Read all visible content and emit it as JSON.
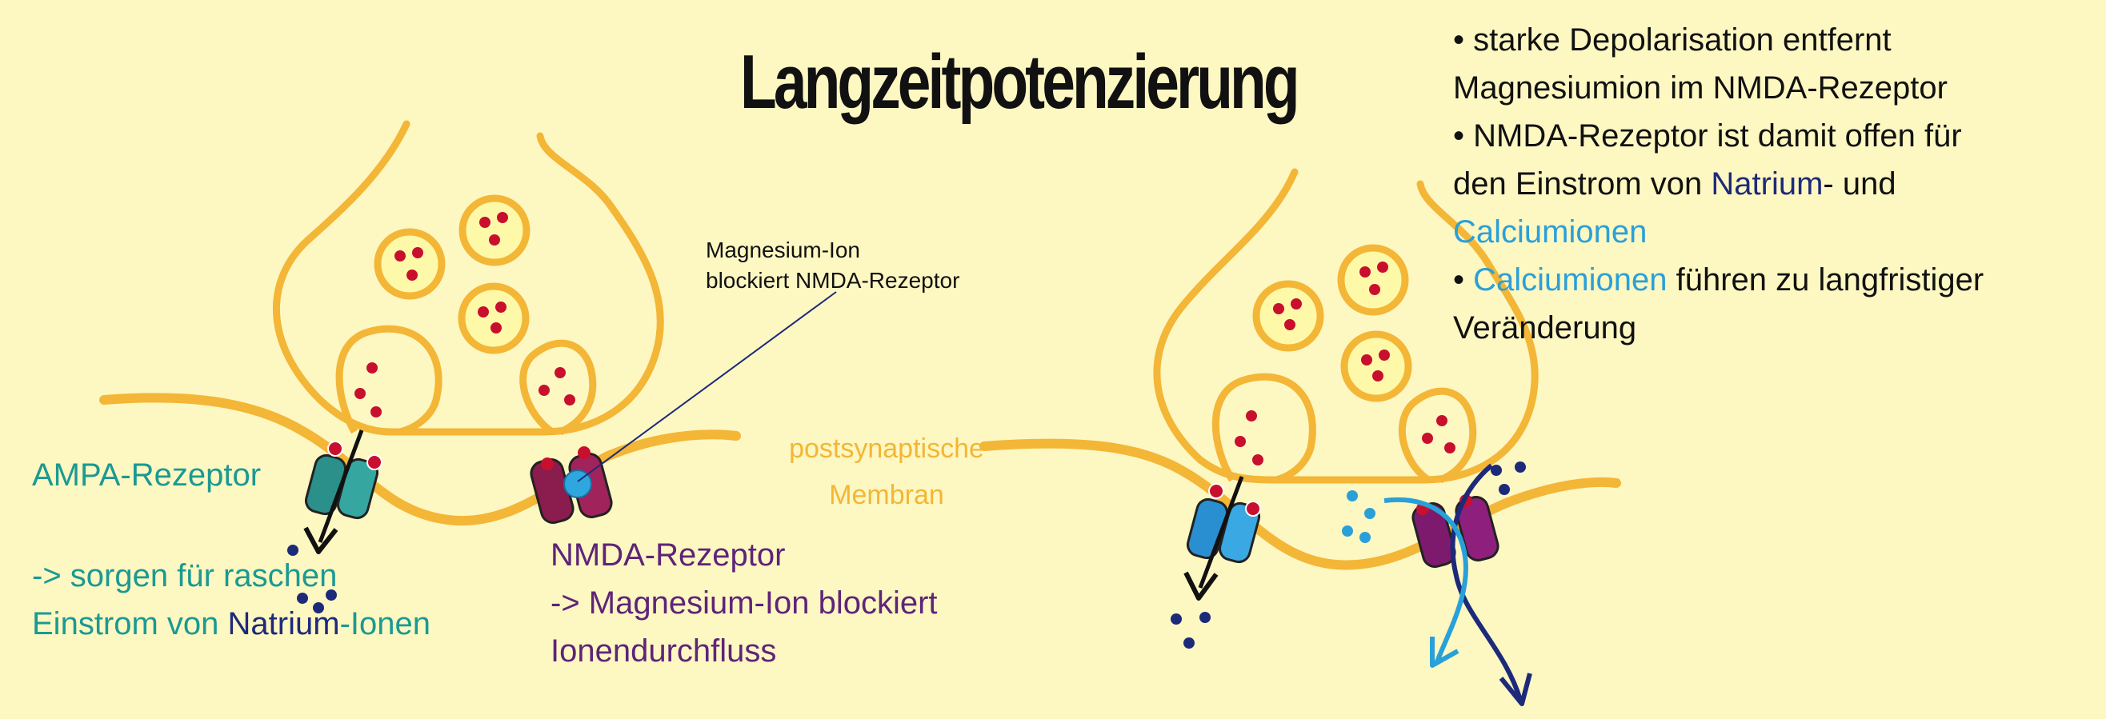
{
  "title": "Langzeitpotenzierung",
  "ampa": {
    "label": "AMPA-Rezeptor",
    "desc_line1": "-> sorgen für raschen",
    "desc_line2_pre": "Einstrom von ",
    "desc_line2_highlight": "Natrium",
    "desc_line2_post": "-Ionen"
  },
  "nmda": {
    "line1": "NMDA-Rezeptor",
    "line2": "-> Magnesium-Ion blockiert",
    "line3": "Ionendurchfluss"
  },
  "membrane": {
    "line1": "postsynaptische",
    "line2": "Membran"
  },
  "magnesium_note": {
    "line1": "Magnesium-Ion",
    "line2": "blockiert NMDA-Rezeptor"
  },
  "bullets": {
    "b1_line1": "• starke Depolarisation entfernt",
    "b1_line2": "Magnesiumion im NMDA-Rezeptor",
    "b2_line1": "• NMDA-Rezeptor ist damit offen für",
    "b2_line2_pre": "den Einstrom von ",
    "b2_line2_highlight": "Natrium",
    "b2_line2_post": "- und",
    "b2_line3_highlight": "Calciumionen",
    "b3_prefix": "• ",
    "b3_highlight": "Calciumionen",
    "b3_rest": " führen zu langfristiger",
    "b3_line2": "Veränderung"
  },
  "colors": {
    "background": "#fdf7c2",
    "membrane": "#f3b636",
    "ampa": "#1a9a92",
    "nmda": "#5e2478",
    "sodium": "#1d2a7a",
    "calcium": "#2aa0d8",
    "neurotransmitter": "#c8102e"
  }
}
